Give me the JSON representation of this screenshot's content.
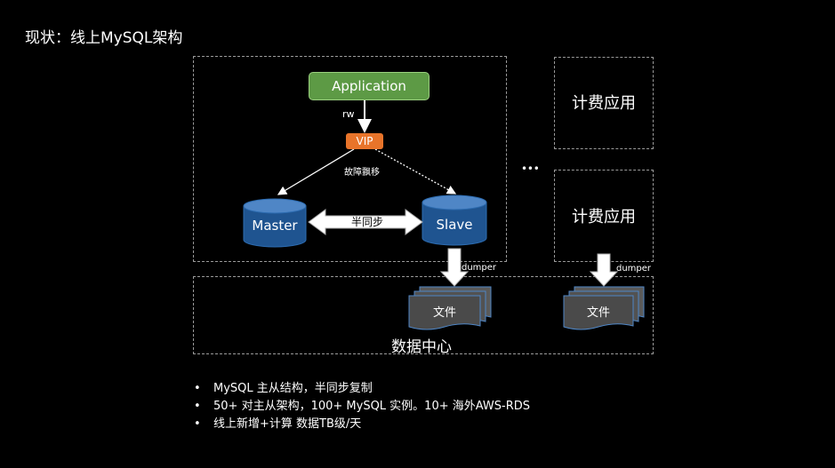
{
  "title": "现状：线上MySQL架构",
  "diagram": {
    "application": "Application",
    "rw": "rw",
    "vip": "VIP",
    "failover": "故障飘移",
    "master": "Master",
    "slave": "Slave",
    "semi_sync": "半同步",
    "dumper_left": "dumper",
    "dumper_right": "dumper",
    "billing_top": "计费应用",
    "billing_bottom": "计费应用",
    "ellipsis": "• • •",
    "file_left": "文件",
    "file_right": "文件",
    "data_center": "数据中心"
  },
  "bullets": [
    "MySQL 主从结构，半同步复制",
    "50+ 对主从架构，100+ MySQL 实例。10+ 海外AWS-RDS",
    "线上新增+计算 数据TB级/天"
  ],
  "colors": {
    "application_fill": "#5d9a45",
    "vip_fill": "#e8742a",
    "cylinder_fill": "#1f5490",
    "file_fill": "#4a4a4a"
  }
}
